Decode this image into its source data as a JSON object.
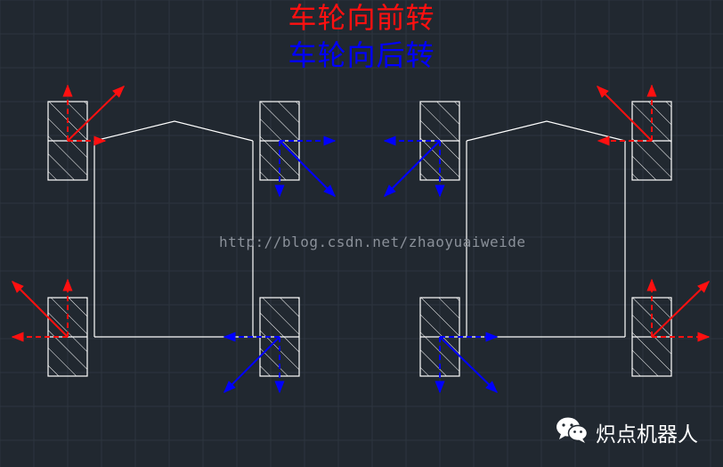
{
  "diagram": {
    "title_front": "车轮向前转",
    "title_back": "车轮向后转",
    "watermark": "http://blog.csdn.net/zhaoyuaiweide",
    "brand": "炽点机器人"
  },
  "colors": {
    "background": "#212830",
    "line": "#ffffff",
    "forward": "#ff1010",
    "backward": "#0000ff",
    "watermark": "#8a9099"
  },
  "icons": {
    "brand": "wechat-icon"
  }
}
